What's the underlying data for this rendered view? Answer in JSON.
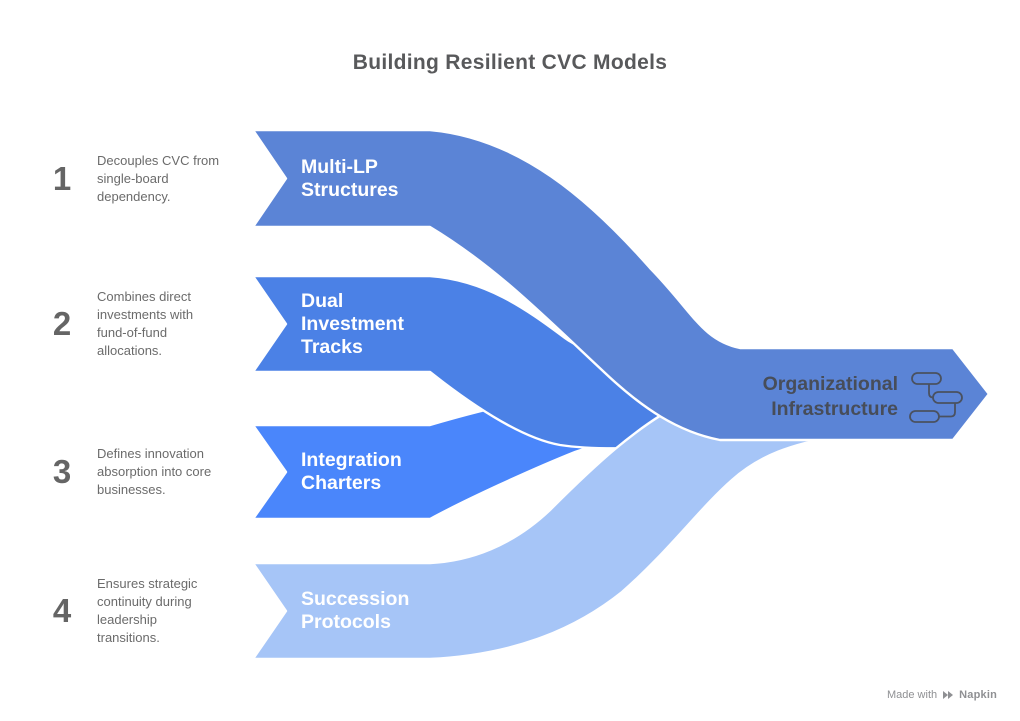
{
  "title": "Building Resilient CVC Models",
  "flows": [
    {
      "number": "1",
      "description": "Decouples CVC from\nsingle-board\ndependency.",
      "label": "Multi-LP\nStructures",
      "color": "#5b84d6"
    },
    {
      "number": "2",
      "description": "Combines direct\ninvestments with\nfund-of-fund\nallocations.",
      "label": "Dual\nInvestment\nTracks",
      "color": "#4b81e6"
    },
    {
      "number": "3",
      "description": "Defines innovation\nabsorption into core\nbusinesses.",
      "label": "Integration\nCharters",
      "color": "#4a86fb"
    },
    {
      "number": "4",
      "description": "Ensures strategic\ncontinuity during\nleadership\ntransitions.",
      "label": "Succession\nProtocols",
      "color": "#a6c5f7"
    }
  ],
  "result": {
    "label": "Organizational\nInfrastructure",
    "icon": "workflow-icon",
    "arrow_color": "#5b84d6",
    "label_color": "#474d59"
  },
  "style": {
    "outline_color": "#ffffff",
    "title_color": "#58595b",
    "text_gray": "#6b6b6b"
  },
  "footer": {
    "made_with": "Made with",
    "brand": "Napkin",
    "logo": "napkin-logo-icon"
  }
}
